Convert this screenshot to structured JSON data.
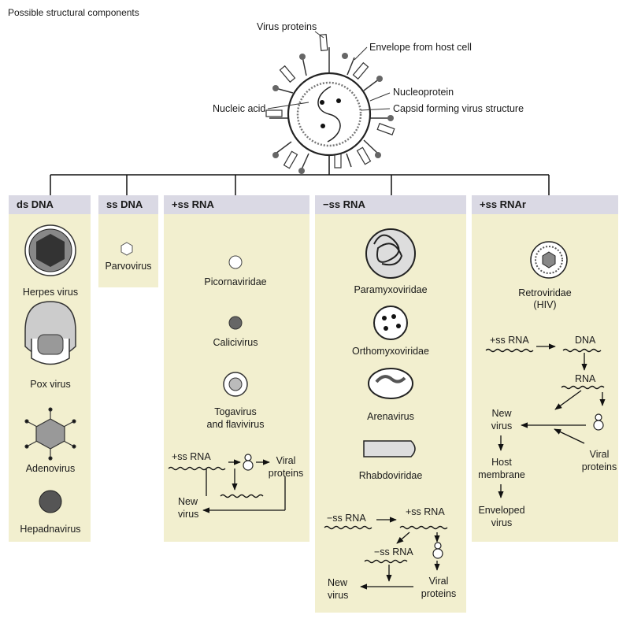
{
  "title": "Possible structural components",
  "structure_labels": {
    "virus_proteins": "Virus proteins",
    "envelope": "Envelope from host cell",
    "nucleoprotein": "Nucleoprotein",
    "nucleic_acid": "Nucleic acid",
    "capsid": "Capsid forming virus structure"
  },
  "groups": [
    {
      "name": "ds DNA",
      "viruses": [
        "Herpes virus",
        "Pox virus",
        "Adenovirus",
        "Hepadnavirus"
      ]
    },
    {
      "name": "ss DNA",
      "viruses": [
        "Parvovirus"
      ]
    },
    {
      "name": "+ss RNA",
      "viruses": [
        "Picornaviridae",
        "Calicivirus",
        "Togavirus",
        "and flavivirus"
      ],
      "flow": {
        "rna": "+ss RNA",
        "viral": "Viral",
        "proteins": "proteins",
        "new": "New",
        "virus": "virus"
      }
    },
    {
      "name": "−ss RNA",
      "viruses": [
        "Paramyxoviridae",
        "Orthomyxoviridae",
        "Arenavirus",
        "Rhabdoviridae"
      ],
      "flow": {
        "neg_rna": "−ss RNA",
        "pos_rna": "+ss RNA",
        "neg_rna2": "−ss RNA",
        "new": "New",
        "virus": "virus",
        "viral": "Viral",
        "proteins": "proteins"
      }
    },
    {
      "name": "+ss RNAr",
      "viruses": [
        "Retroviridae",
        "(HIV)"
      ],
      "flow": {
        "rna": "+ss RNA",
        "dna": "DNA",
        "rna2": "RNA",
        "new": "New",
        "virus": "virus",
        "host": "Host",
        "membrane": "membrane",
        "enveloped": "Enveloped",
        "virus2": "virus",
        "viral": "Viral",
        "proteins": "proteins"
      }
    }
  ]
}
